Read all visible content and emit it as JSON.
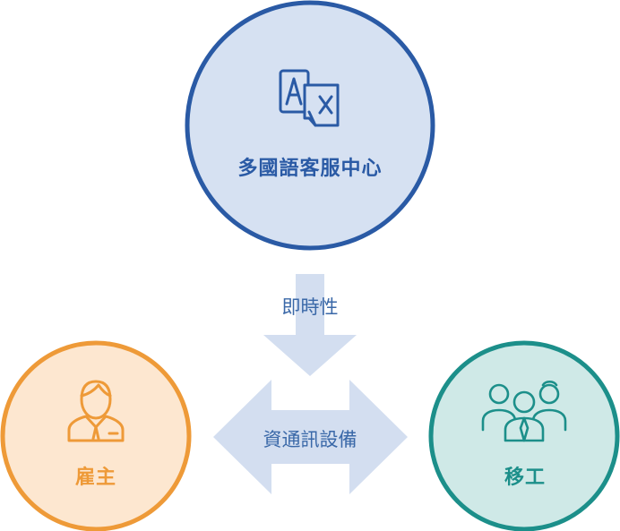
{
  "nodes": {
    "top": {
      "label": "多國語客服中心",
      "icon": "translate-icon",
      "stroke": "#2a5aa5",
      "fill": "#d6e1f2"
    },
    "left": {
      "label": "雇主",
      "icon": "employer-icon",
      "stroke": "#ee9a38",
      "fill": "#fde7d0"
    },
    "right": {
      "label": "移工",
      "icon": "workers-group-icon",
      "stroke": "#1c8f8a",
      "fill": "#cfe9e7"
    }
  },
  "arrows": {
    "down": {
      "label": "即時性",
      "fill": "#d3def0"
    },
    "horizontal": {
      "label": "資通訊設備",
      "fill": "#d3def0"
    }
  }
}
